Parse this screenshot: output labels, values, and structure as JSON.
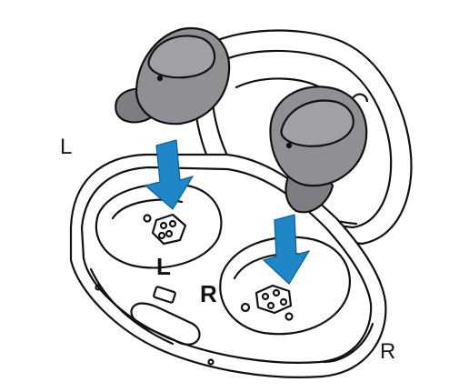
{
  "labels": {
    "left_bud": "L",
    "right_bud": "R",
    "left_slot": "L",
    "right_slot": "R"
  },
  "colors": {
    "line": "#111111",
    "earbud_fill": "#8e9094",
    "earbud_shadow": "#6f7175",
    "eartip_fill": "#7c7e82",
    "arrow_fill": "#1f87c7",
    "background": "#ffffff"
  },
  "icons": [
    "down-arrow-icon",
    "down-arrow-icon"
  ]
}
